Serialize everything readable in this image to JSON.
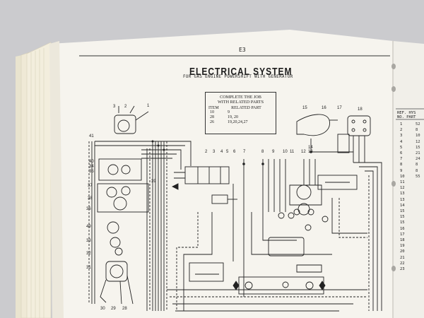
{
  "page": {
    "number": "E3",
    "title": "ELECTRICAL SYSTEM",
    "subtitle": "FOR GAS ENGINE POWERSHIFT WITH GENERATOR"
  },
  "job_box": {
    "heading_line1": "COMPLETE THE JOB",
    "heading_line2": "WITH RELATED PARTS",
    "col_item": "ITEM",
    "col_related": "RELATED PART",
    "rows": [
      {
        "item": "10",
        "related": "9"
      },
      {
        "item": "28",
        "related": "19, 20"
      },
      {
        "item": "26",
        "related": "19,20,24,27"
      }
    ]
  },
  "callouts": {
    "c1": "1",
    "c2": "2",
    "c3": "3",
    "c4": "4",
    "c5": "5",
    "c6": "6",
    "c7": "7",
    "c8": "8",
    "c9": "9",
    "c10": "10",
    "c11": "11",
    "c12": "12",
    "c13": "13",
    "c14": "14",
    "c15": "15",
    "c16": "16",
    "c17": "17",
    "c18": "18",
    "c28": "28",
    "c29": "29",
    "c30": "30",
    "c31": "31",
    "c32": "32",
    "c33": "33",
    "c34": "34",
    "c35": "35",
    "c36": "36",
    "c37": "37",
    "c38": "38",
    "c39": "39",
    "c40": "40",
    "c41": "41",
    "c49": "49"
  },
  "ref_table": {
    "header_line1": "REF. HYS",
    "header_line2": "NO. PART",
    "rows": [
      "1",
      "2",
      "3",
      "4",
      "5",
      "6",
      "7",
      "8",
      "9",
      "10",
      "11",
      "12",
      "13",
      "13",
      "14",
      "15",
      "15",
      "15",
      "16",
      "17",
      "18",
      "19",
      "20",
      "21",
      "22",
      "23"
    ],
    "part_fragments": [
      "52",
      "8",
      "10",
      "12",
      "15",
      "21",
      "24",
      "8",
      "8",
      "55",
      "",
      "",
      "",
      "",
      "",
      "",
      "",
      "",
      "",
      "",
      "",
      "",
      "",
      "",
      "",
      ""
    ]
  }
}
